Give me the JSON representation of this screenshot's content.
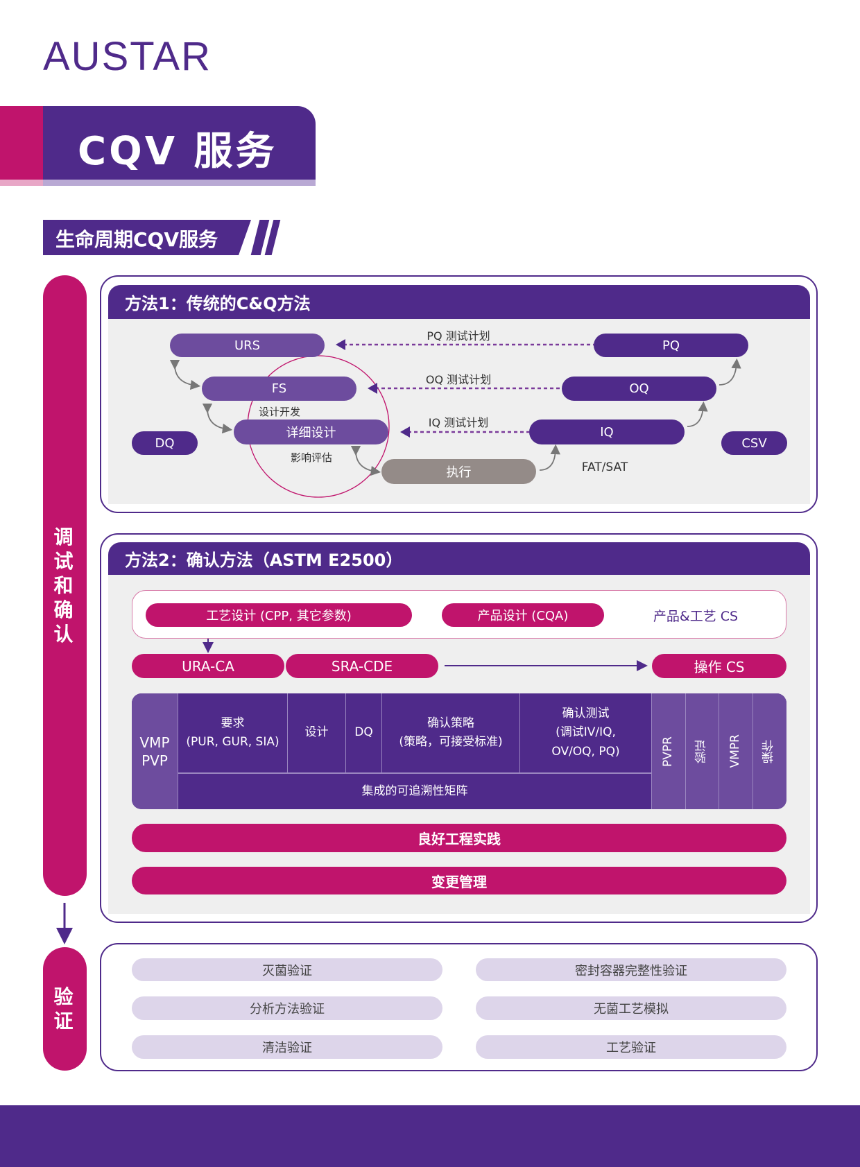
{
  "logo": "AUSTAR",
  "title": "CQV 服务",
  "section_title": "生命周期CQV服务",
  "side": {
    "commissioning": "调试和确认",
    "validation": "验证"
  },
  "method1": {
    "title": "方法1：传统的C&Q方法",
    "nodes": {
      "urs": "URS",
      "fs": "FS",
      "detail": "详细设计",
      "dq": "DQ",
      "pq": "PQ",
      "oq": "OQ",
      "iq": "IQ",
      "csv": "CSV",
      "exec": "执行"
    },
    "labels": {
      "pq_plan": "PQ 测试计划",
      "oq_plan": "OQ 测试计划",
      "iq_plan": "IQ 测试计划",
      "design_dev": "设计开发",
      "impact": "影响评估",
      "fat_sat": "FAT/SAT"
    }
  },
  "method2": {
    "title": "方法2：确认方法（ASTM E2500）",
    "process_design": "工艺设计 (CPP, 其它参数)",
    "product_design": "产品设计 (CQA)",
    "product_process_cs": "产品&工艺 CS",
    "ura_ca": "URA-CA",
    "sra_cde": "SRA-CDE",
    "operation_cs": "操作 CS",
    "table": {
      "vmp": "VMP\nPVP",
      "requirements": "要求\n(PUR, GUR, SIA)",
      "design": "设计",
      "dq": "DQ",
      "strategy": "确认策略\n(策略，可接受标准)",
      "testing": "确认测试\n(调试IV/IQ,\nOV/OQ, PQ)",
      "matrix": "集成的可追溯性矩阵",
      "pvpr": "PVPR",
      "verify": "验证",
      "vmpr": "VMPR",
      "operation": "操作"
    },
    "gep": "良好工程实践",
    "change": "变更管理"
  },
  "validation": [
    "灭菌验证",
    "密封容器完整性验证",
    "分析方法验证",
    "无菌工艺模拟",
    "清洁验证",
    "工艺验证"
  ],
  "colors": {
    "purple": "#4f2a8a",
    "light_purple": "#6d4c9e",
    "magenta": "#c0146c",
    "gray": "#efefef"
  }
}
